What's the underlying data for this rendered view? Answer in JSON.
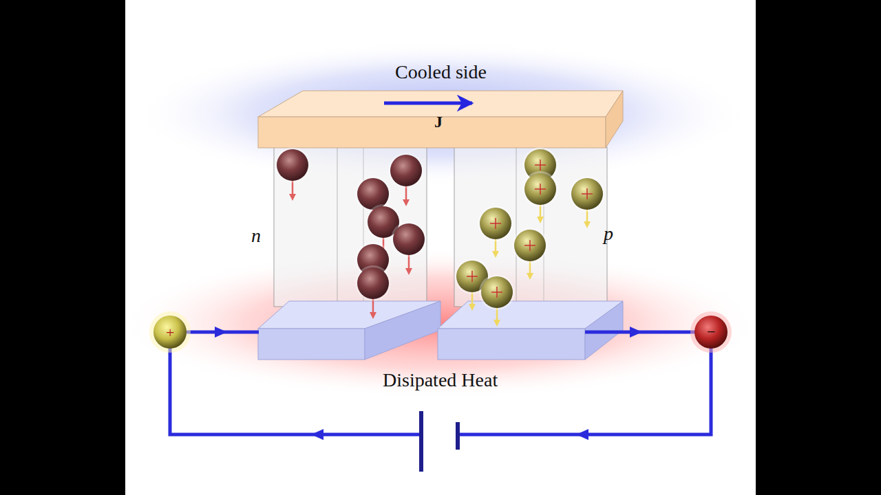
{
  "diagram": {
    "nodes": [
      {
        "text": [
          "Cooled side",
          "J"
        ]
      }
    ],
    "labels": [
      "n",
      "p",
      "Disipated Heat",
      "+",
      "−"
    ]
  }
}
